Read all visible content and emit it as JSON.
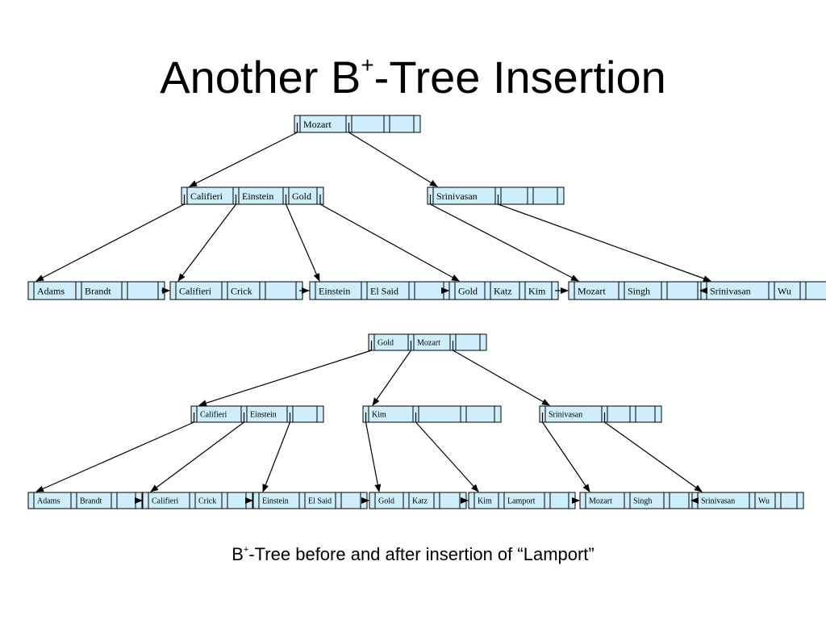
{
  "title": {
    "prefix": "Another B",
    "sup": "+",
    "suffix": "-Tree  Insertion"
  },
  "caption": {
    "prefix": "B",
    "sup": "+",
    "middle": "-Tree before and after insertion of ",
    "quoted": "“Lamport”"
  },
  "colors": {
    "node_fill": "#cdeefa",
    "node_stroke": "#000000",
    "edge": "#000000"
  },
  "trees": [
    {
      "id": "before",
      "label": "before",
      "levels": [
        [
          [
            "Mozart",
            "",
            ""
          ]
        ],
        [
          [
            "Califieri",
            "Einstein",
            "Gold"
          ],
          [
            "Srinivasan",
            "",
            ""
          ]
        ],
        [
          [
            "Adams",
            "Brandt",
            ""
          ],
          [
            "Califieri",
            "Crick",
            ""
          ],
          [
            "Einstein",
            "El Said",
            ""
          ],
          [
            "Gold",
            "Katz",
            "Kim"
          ],
          [
            "Mozart",
            "Singh",
            ""
          ],
          [
            "Srinivasan",
            "Wu",
            ""
          ]
        ]
      ],
      "links": [
        {
          "from": [
            0,
            0
          ],
          "ptr": 0,
          "to": [
            1,
            0
          ]
        },
        {
          "from": [
            0,
            0
          ],
          "ptr": 1,
          "to": [
            1,
            1
          ]
        },
        {
          "from": [
            1,
            0
          ],
          "ptr": 0,
          "to": [
            2,
            0
          ]
        },
        {
          "from": [
            1,
            0
          ],
          "ptr": 1,
          "to": [
            2,
            1
          ]
        },
        {
          "from": [
            1,
            0
          ],
          "ptr": 2,
          "to": [
            2,
            2
          ]
        },
        {
          "from": [
            1,
            0
          ],
          "ptr": 3,
          "to": [
            2,
            3
          ]
        },
        {
          "from": [
            1,
            1
          ],
          "ptr": 0,
          "to": [
            2,
            4
          ]
        },
        {
          "from": [
            1,
            1
          ],
          "ptr": 1,
          "to": [
            2,
            5
          ]
        }
      ]
    },
    {
      "id": "after",
      "label": "after",
      "levels": [
        [
          [
            "Gold",
            "Mozart",
            ""
          ]
        ],
        [
          [
            "Califieri",
            "Einstein",
            ""
          ],
          [
            "Kim",
            "",
            ""
          ],
          [
            "Srinivasan",
            "",
            ""
          ]
        ],
        [
          [
            "Adams",
            "Brandt",
            ""
          ],
          [
            "Califieri",
            "Crick",
            ""
          ],
          [
            "Einstein",
            "El Said",
            ""
          ],
          [
            "Gold",
            "Katz",
            ""
          ],
          [
            "Kim",
            "Lamport",
            ""
          ],
          [
            "Mozart",
            "Singh",
            ""
          ],
          [
            "Srinivasan",
            "Wu",
            ""
          ]
        ]
      ],
      "links": [
        {
          "from": [
            0,
            0
          ],
          "ptr": 0,
          "to": [
            1,
            0
          ]
        },
        {
          "from": [
            0,
            0
          ],
          "ptr": 1,
          "to": [
            1,
            1
          ]
        },
        {
          "from": [
            0,
            0
          ],
          "ptr": 2,
          "to": [
            1,
            2
          ]
        },
        {
          "from": [
            1,
            0
          ],
          "ptr": 0,
          "to": [
            2,
            0
          ]
        },
        {
          "from": [
            1,
            0
          ],
          "ptr": 1,
          "to": [
            2,
            1
          ]
        },
        {
          "from": [
            1,
            0
          ],
          "ptr": 2,
          "to": [
            2,
            2
          ]
        },
        {
          "from": [
            1,
            1
          ],
          "ptr": 0,
          "to": [
            2,
            3
          ]
        },
        {
          "from": [
            1,
            1
          ],
          "ptr": 1,
          "to": [
            2,
            4
          ]
        },
        {
          "from": [
            1,
            2
          ],
          "ptr": 0,
          "to": [
            2,
            5
          ]
        },
        {
          "from": [
            1,
            2
          ],
          "ptr": 1,
          "to": [
            2,
            6
          ]
        }
      ]
    }
  ]
}
